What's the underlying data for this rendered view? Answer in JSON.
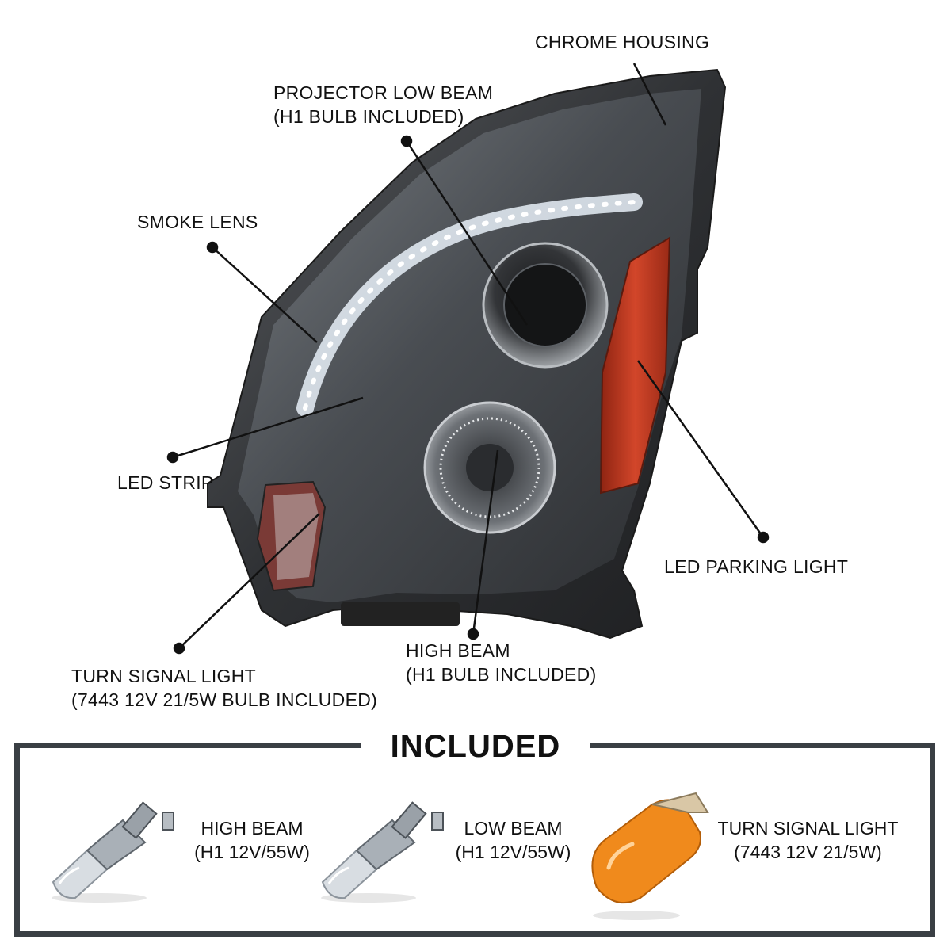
{
  "callouts": {
    "chrome_housing": {
      "line1": "CHROME HOUSING"
    },
    "projector_low_beam": {
      "line1": "PROJECTOR LOW BEAM",
      "line2": "(H1 BULB INCLUDED)"
    },
    "smoke_lens": {
      "line1": "SMOKE LENS"
    },
    "led_strip": {
      "line1": "LED STRIP"
    },
    "led_parking_light": {
      "line1": "LED PARKING LIGHT"
    },
    "high_beam": {
      "line1": "HIGH BEAM",
      "line2": "(H1 BULB INCLUDED)"
    },
    "turn_signal_light": {
      "line1": "TURN SIGNAL LIGHT",
      "line2": "(7443 12V 21/5W BULB INCLUDED)"
    }
  },
  "included": {
    "title": "INCLUDED",
    "items": [
      {
        "line1": "HIGH BEAM",
        "line2": "(H1 12V/55W)"
      },
      {
        "line1": "LOW BEAM",
        "line2": "(H1 12V/55W)"
      },
      {
        "line1": "TURN SIGNAL LIGHT",
        "line2": "(7443 12V 21/5W)"
      }
    ]
  },
  "colors": {
    "housing": "#3b3d40",
    "amber_reflector": "#c43a1e",
    "amber_bulb": "#f08a1c",
    "frame": "#3a3f44"
  }
}
